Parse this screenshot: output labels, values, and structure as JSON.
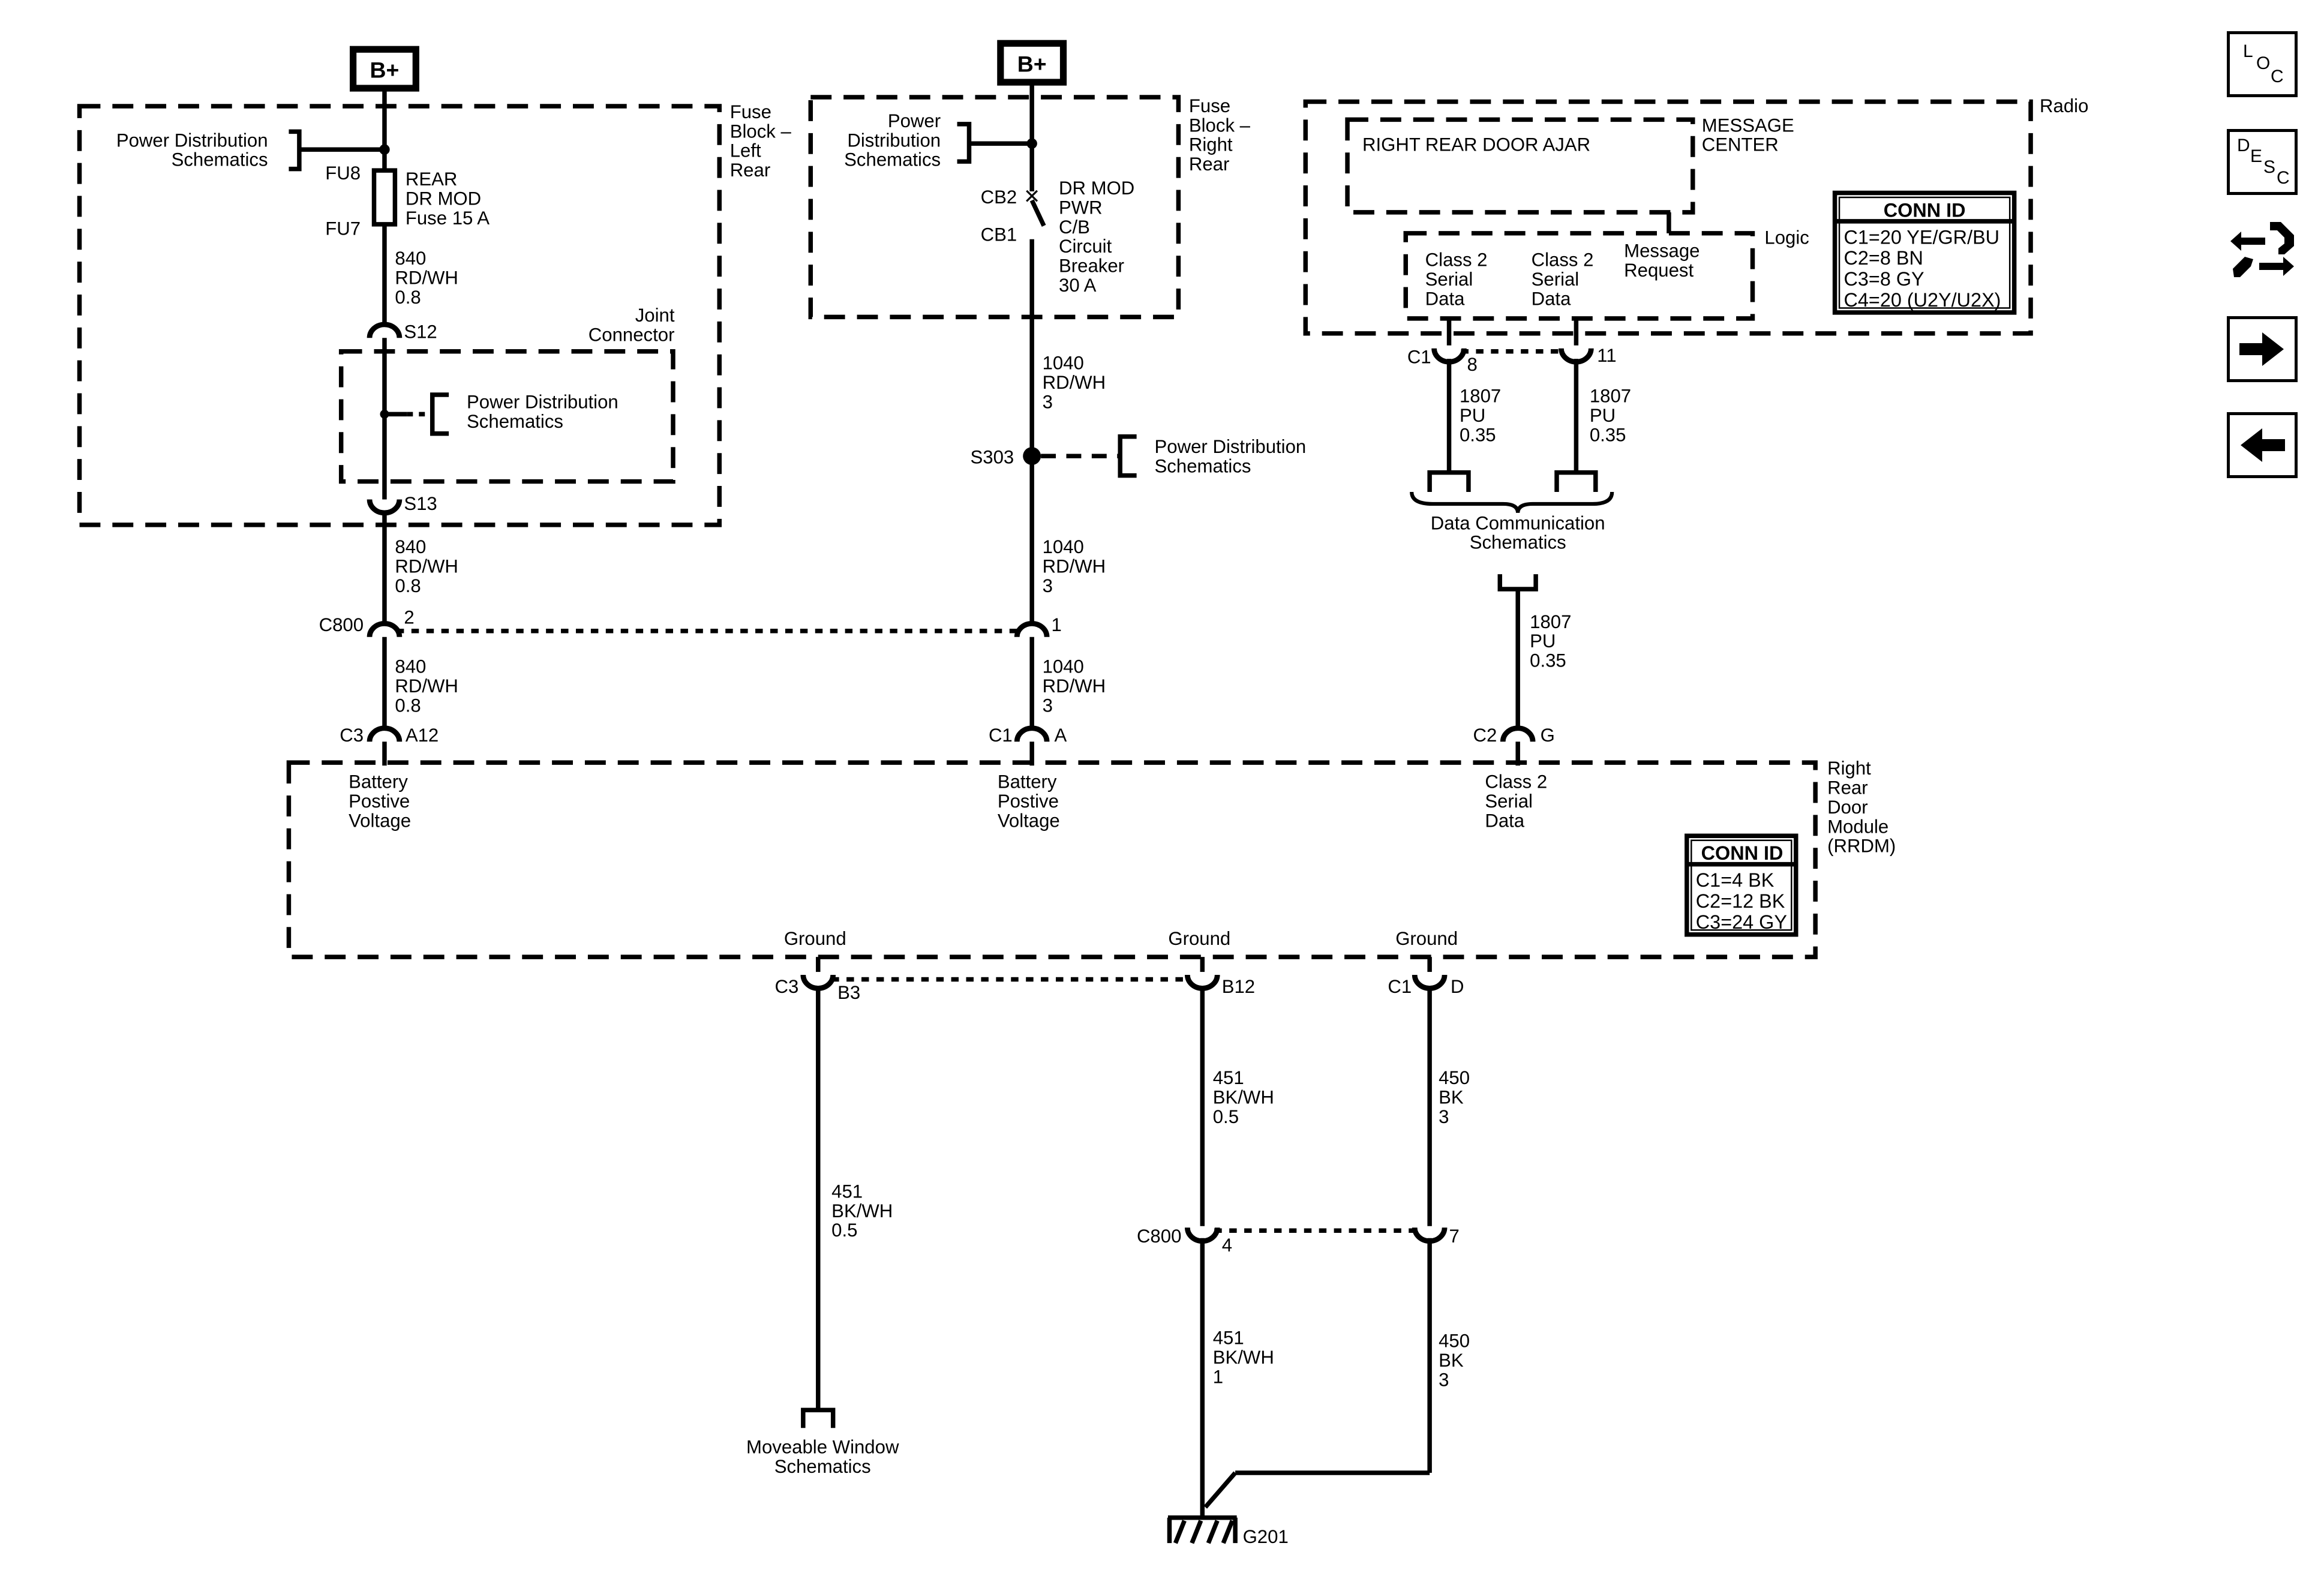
{
  "nav": {
    "loc_letters": [
      "L",
      "O",
      "C"
    ],
    "desc_letters": [
      "D",
      "E",
      "S",
      "C"
    ],
    "icons": [
      "loc-icon",
      "desc-icon",
      "wrench-arrows-icon",
      "arrow-right-icon",
      "arrow-left-icon"
    ]
  },
  "labels": {
    "bplus_left": "B+",
    "bplus_mid": "B+",
    "pds_fu": "Power Distribution",
    "pds_fu_2": "Schematics",
    "fu8": "FU8",
    "fu7": "FU7",
    "fuse_1": "REAR",
    "fuse_2": "DR MOD",
    "fuse_3": "Fuse 15 A",
    "fb_left_1": "Fuse",
    "fb_left_2": "Block –",
    "fb_left_3": "Left",
    "fb_left_4": "Rear",
    "w840a_1": "840",
    "w840a_2": "RD/WH",
    "w840a_3": "0.8",
    "s12": "S12",
    "joint_1": "Joint",
    "joint_2": "Connector",
    "pds_joint_1": "Power Distribution",
    "pds_joint_2": "Schematics",
    "s13": "S13",
    "w840b_1": "840",
    "w840b_2": "RD/WH",
    "w840b_3": "0.8",
    "c800_top": "C800",
    "c800_pin2": "2",
    "w840c_1": "840",
    "w840c_2": "RD/WH",
    "w840c_3": "0.8",
    "c3_top": "C3",
    "a12": "A12",
    "pds_cb_1": "Power",
    "pds_cb_2": "Distribution",
    "pds_cb_3": "Schematics",
    "cb2": "CB2",
    "cb1": "CB1",
    "cb_1": "DR MOD",
    "cb_2": "PWR",
    "cb_3": "C/B",
    "cb_4": "Circuit",
    "cb_5": "Breaker",
    "cb_6": "30 A",
    "fb_right_1": "Fuse",
    "fb_right_2": "Block –",
    "fb_right_3": "Right",
    "fb_right_4": "Rear",
    "w1040a_1": "1040",
    "w1040a_2": "RD/WH",
    "w1040a_3": "3",
    "s303": "S303",
    "pds_s303_1": "Power Distribution",
    "pds_s303_2": "Schematics",
    "w1040b_1": "1040",
    "w1040b_2": "RD/WH",
    "w1040b_3": "3",
    "c800_pin1": "1",
    "w1040c_1": "1040",
    "w1040c_2": "RD/WH",
    "w1040c_3": "3",
    "c1_a": "C1",
    "pin_a": "A",
    "door_ajar": "RIGHT REAR DOOR AJAR",
    "msg_center_1": "MESSAGE",
    "msg_center_2": "CENTER",
    "radio": "Radio",
    "logic": "Logic",
    "csd1_1": "Class 2",
    "csd1_2": "Serial",
    "csd1_3": "Data",
    "csd2_1": "Class 2",
    "csd2_2": "Serial",
    "csd2_3": "Data",
    "msgreq_1": "Message",
    "msgreq_2": "Request",
    "c1_radio": "C1",
    "pin8": "8",
    "pin11": "11",
    "w1807a_1": "1807",
    "w1807a_2": "PU",
    "w1807a_3": "0.35",
    "w1807b_1": "1807",
    "w1807b_2": "PU",
    "w1807b_3": "0.35",
    "dcs_1": "Data Communication",
    "dcs_2": "Schematics",
    "w1807c_1": "1807",
    "w1807c_2": "PU",
    "w1807c_3": "0.35",
    "c2_g": "C2",
    "pin_g": "G",
    "bpv1_1": "Battery",
    "bpv1_2": "Postive",
    "bpv1_3": "Voltage",
    "bpv2_1": "Battery",
    "bpv2_2": "Postive",
    "bpv2_3": "Voltage",
    "c2sd_1": "Class 2",
    "c2sd_2": "Serial",
    "c2sd_3": "Data",
    "rrdm_1": "Right",
    "rrdm_2": "Rear",
    "rrdm_3": "Door",
    "rrdm_4": "Module",
    "rrdm_5": "(RRDM)",
    "gnd1": "Ground",
    "gnd2": "Ground",
    "gnd3": "Ground",
    "c3_b3": "C3",
    "pin_b3": "B3",
    "pin_b12": "B12",
    "c1_d": "C1",
    "pin_d": "D",
    "w451a_1": "451",
    "w451a_2": "BK/WH",
    "w451a_3": "0.5",
    "w451b_1": "451",
    "w451b_2": "BK/WH",
    "w451b_3": "0.5",
    "w450a_1": "450",
    "w450a_2": "BK",
    "w450a_3": "3",
    "c800_bot": "C800",
    "pin4": "4",
    "pin7": "7",
    "w451c_1": "451",
    "w451c_2": "BK/WH",
    "w451c_3": "1",
    "w450b_1": "450",
    "w450b_2": "BK",
    "w450b_3": "3",
    "mws_1": "Moveable Window",
    "mws_2": "Schematics",
    "g201": "G201"
  },
  "conn_radio": {
    "title": "CONN ID",
    "rows": [
      "C1=20 YE/GR/BU",
      "C2=8 BN",
      "C3=8 GY",
      "C4=20 (U2Y/U2X)"
    ]
  },
  "conn_rrdm": {
    "title": "CONN ID",
    "rows": [
      "C1=4 BK",
      "C2=12 BK",
      "C3=24 GY"
    ]
  }
}
